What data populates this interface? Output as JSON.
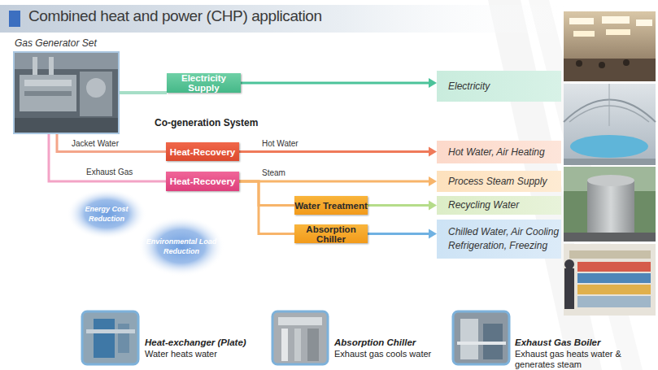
{
  "diagram": {
    "title": "Combined heat and power (CHP) application",
    "nodes": [
      {
        "text": [
          "Gas Generator Set"
        ]
      },
      {
        "text": [
          "Electricity Supply"
        ]
      },
      {
        "text": [
          "Electricity"
        ]
      },
      {
        "text": [
          "Heat-Recovery"
        ]
      },
      {
        "text": [
          "Hot Water, Air Heating"
        ]
      },
      {
        "text": [
          "Heat-Recovery"
        ]
      },
      {
        "text": [
          "Process Steam Supply"
        ]
      },
      {
        "text": [
          "Water Treatment"
        ]
      },
      {
        "text": [
          "Recycling Water"
        ]
      },
      {
        "text": [
          "Absorption Chiller"
        ]
      },
      {
        "text": [
          "Chilled Water, Air Cooling Refrigeration, Freezing"
        ]
      },
      {
        "text": [
          "Energy Cost Reduction"
        ]
      },
      {
        "text": [
          "Environmental Load Reduction"
        ]
      }
    ],
    "edges": [
      {
        "from": 0,
        "to": 1,
        "arrow": "none"
      },
      {
        "from": 1,
        "to": 2,
        "arrow": "to"
      },
      {
        "from": 0,
        "to": 3,
        "label": "Jacket Water",
        "arrow": "none"
      },
      {
        "from": 3,
        "to": 4,
        "label": "Hot Water",
        "arrow": "to"
      },
      {
        "from": 0,
        "to": 5,
        "label": "Exhaust Gas",
        "arrow": "none"
      },
      {
        "from": 5,
        "to": 6,
        "label": "Steam",
        "arrow": "to"
      },
      {
        "from": 5,
        "to": 7,
        "arrow": "none"
      },
      {
        "from": 7,
        "to": 8,
        "arrow": "to"
      },
      {
        "from": 5,
        "to": 9,
        "arrow": "none"
      },
      {
        "from": 9,
        "to": 10,
        "arrow": "to"
      }
    ],
    "labels": [
      "Co-generation System",
      "Heat-exchanger (Plate)",
      "Water heats water",
      "Absorption Chiller",
      "Exhaust gas cools water",
      "Exhaust Gas Boiler",
      "Exhaust gas heats water & generates steam"
    ]
  }
}
